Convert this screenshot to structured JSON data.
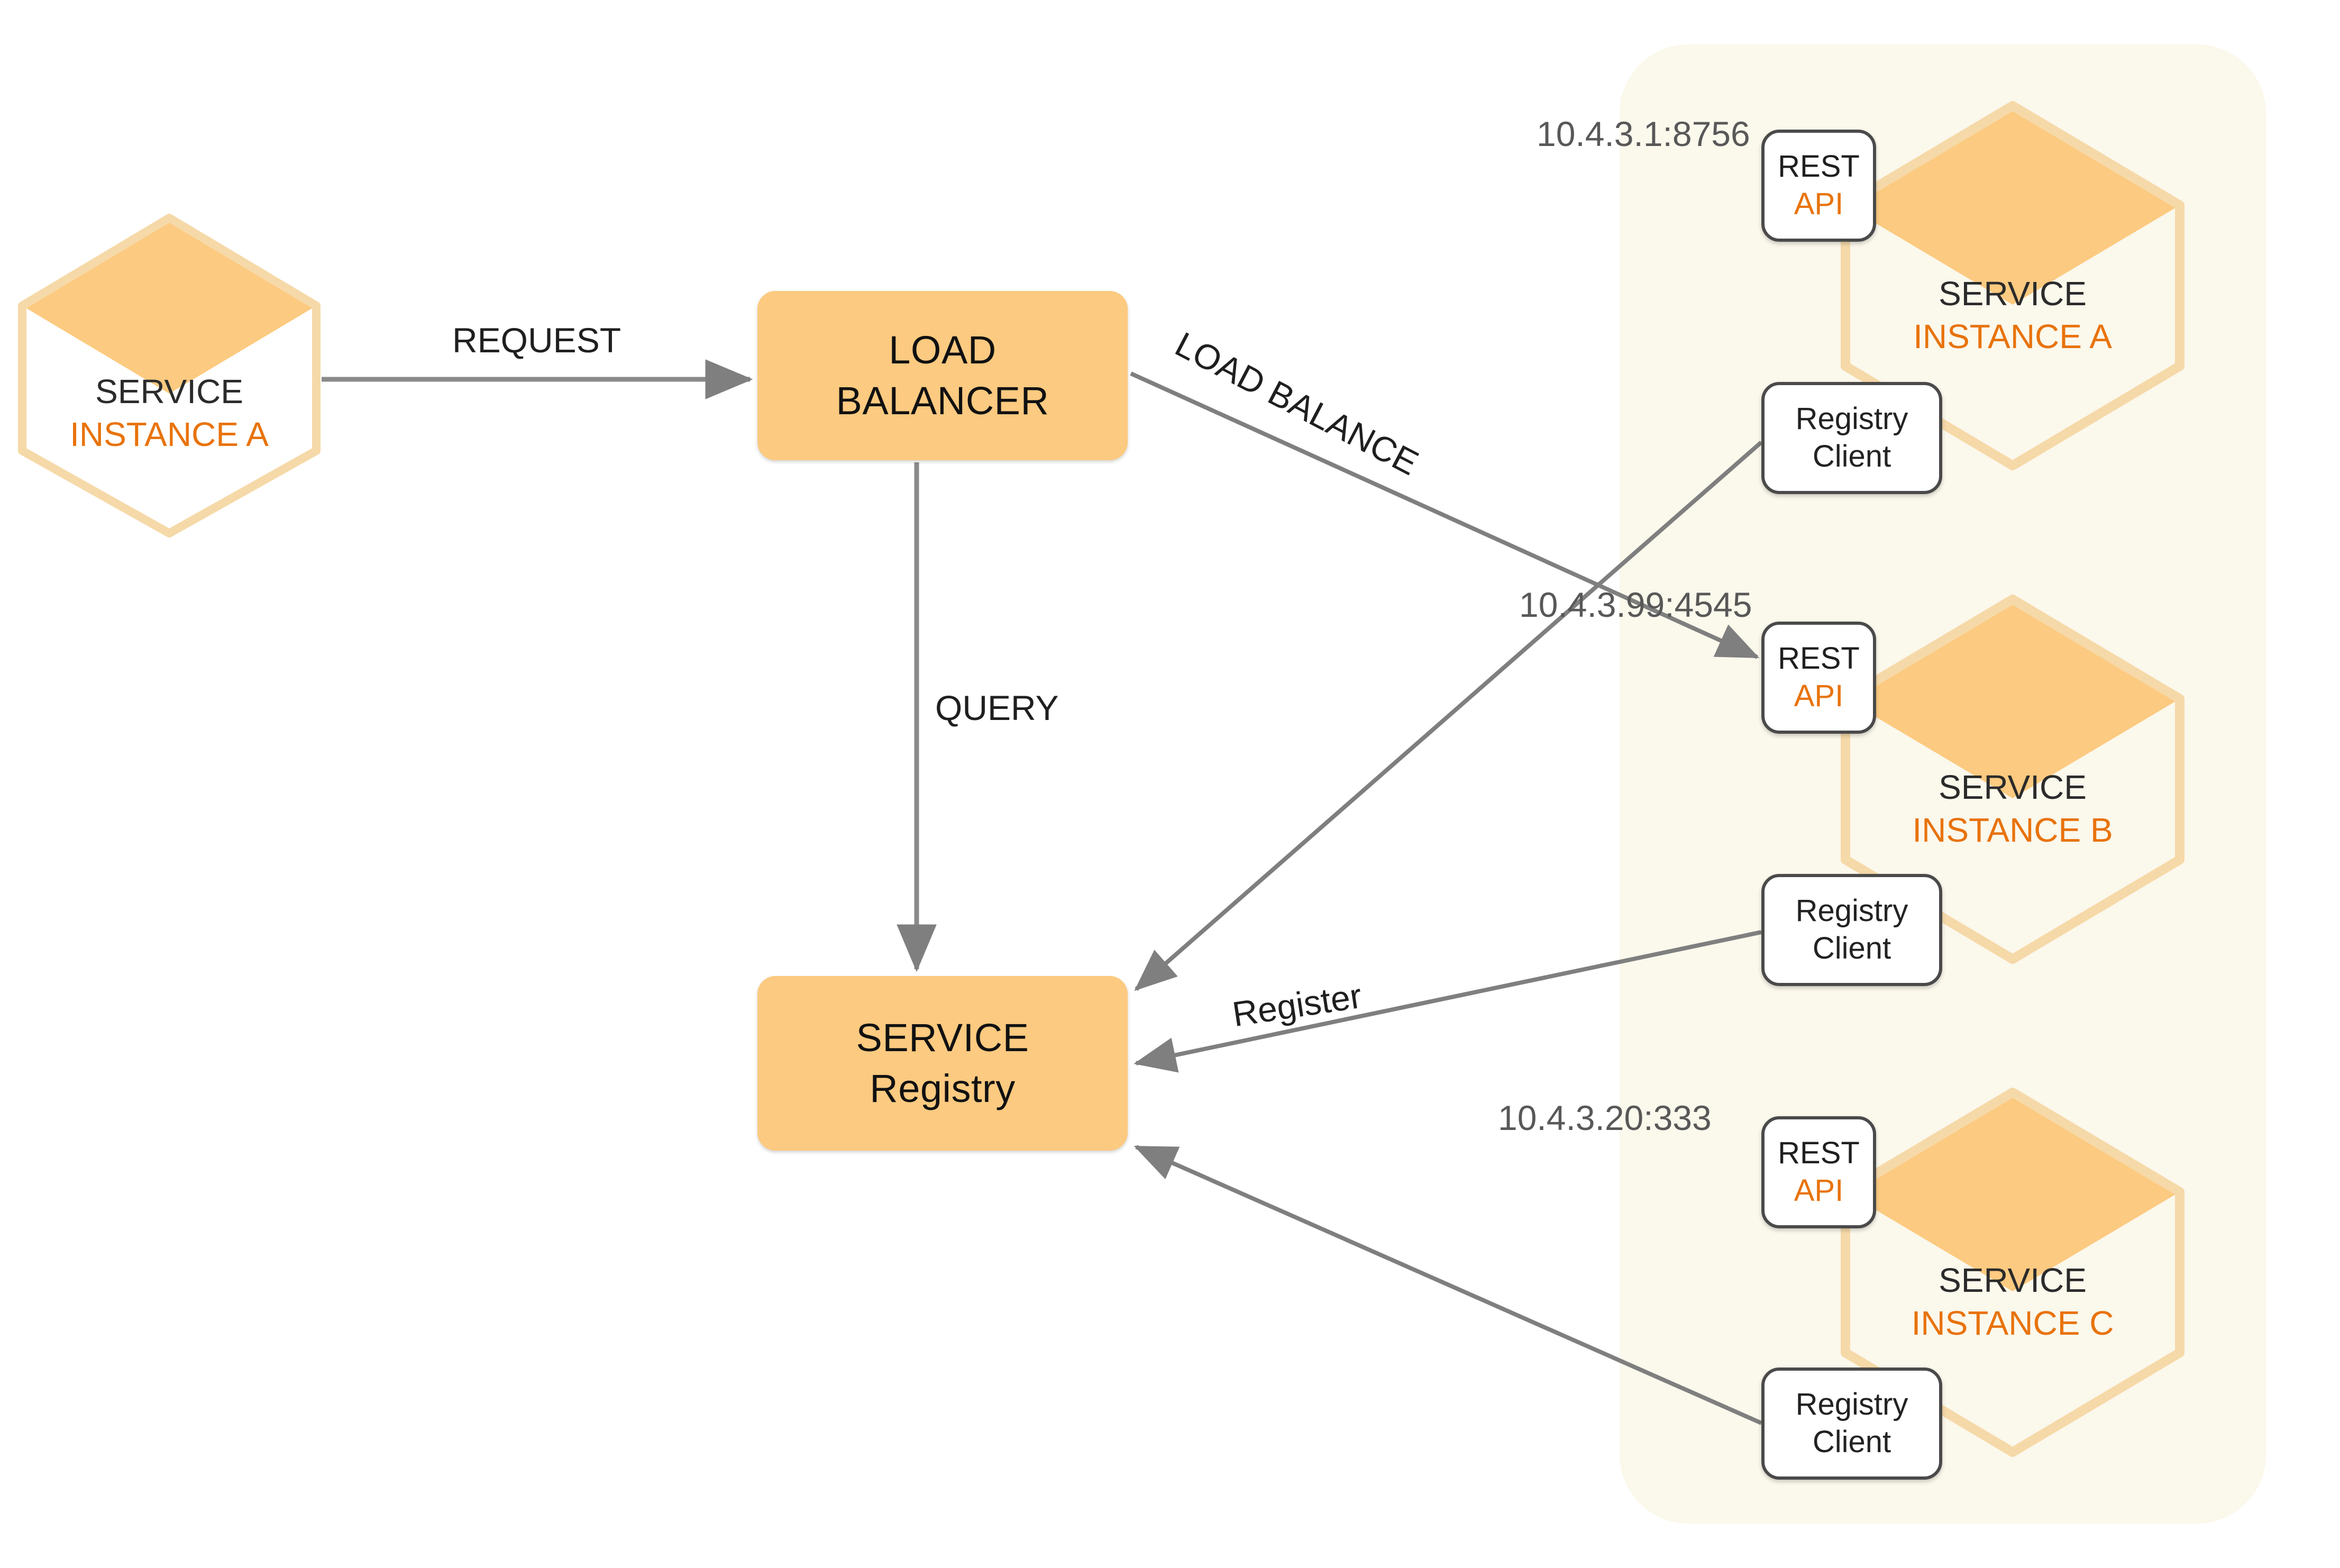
{
  "diagram": {
    "title": "Service Registry Load Balancing Diagram",
    "colors": {
      "node_fill": "#FCCA80",
      "hex_fill": "#FCCA80",
      "hex_stroke": "#F6D9A8",
      "panel_bg": "#FBF8EC",
      "accent_orange": "#E8730C",
      "edge_gray": "#7F7F7F",
      "box_border": "#4A4A4A",
      "ip_text": "#585858"
    },
    "panel": {
      "name": "service-instances-group"
    },
    "client": {
      "service_label": "SERVICE",
      "instance_label": "INSTANCE A"
    },
    "load_balancer": {
      "line1": "LOAD",
      "line2": "BALANCER"
    },
    "service_registry": {
      "line1": "SERVICE",
      "line2": "Registry"
    },
    "edges": [
      {
        "id": "request",
        "label": "REQUEST"
      },
      {
        "id": "query",
        "label": "QUERY"
      },
      {
        "id": "load-balance",
        "label": "LOAD BALANCE"
      },
      {
        "id": "register",
        "label": "Register"
      }
    ],
    "instances": [
      {
        "id": "a",
        "ip": "10.4.3.1:8756",
        "service_label": "SERVICE",
        "instance_label": "INSTANCE A",
        "rest_api": {
          "line1": "REST",
          "line2": "API"
        },
        "registry_client": {
          "line1": "Registry",
          "line2": "Client"
        }
      },
      {
        "id": "b",
        "ip": "10.4.3.99:4545",
        "service_label": "SERVICE",
        "instance_label": "INSTANCE B",
        "rest_api": {
          "line1": "REST",
          "line2": "API"
        },
        "registry_client": {
          "line1": "Registry",
          "line2": "Client"
        }
      },
      {
        "id": "c",
        "ip": "10.4.3.20:333",
        "service_label": "SERVICE",
        "instance_label": "INSTANCE C",
        "rest_api": {
          "line1": "REST",
          "line2": "API"
        },
        "registry_client": {
          "line1": "Registry",
          "line2": "Client"
        }
      }
    ]
  }
}
